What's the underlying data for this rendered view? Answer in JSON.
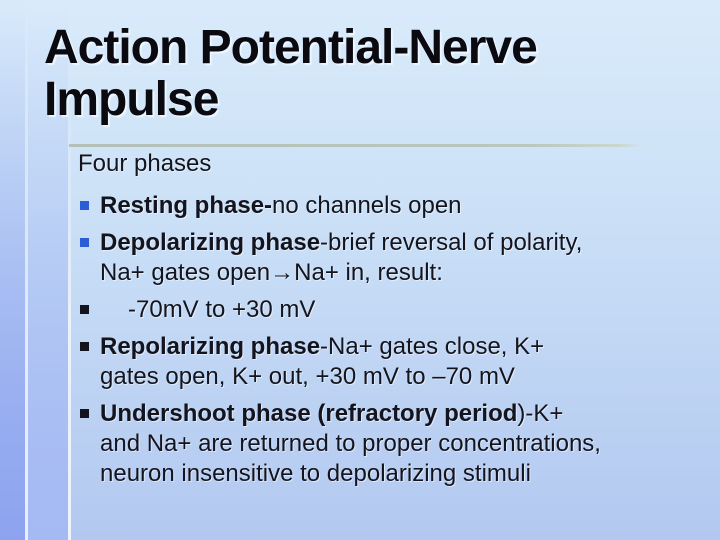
{
  "title": {
    "line1": "Action Potential-Nerve",
    "line2": "Impulse"
  },
  "body": {
    "intro": "Four phases",
    "bullets": [
      {
        "bullet_icon": "square-bullet-icon",
        "bullet_color": "blue",
        "indent": false,
        "lines": [
          [
            {
              "t": "Resting phase-",
              "b": true
            },
            {
              "t": "no channels open",
              "b": false
            }
          ]
        ]
      },
      {
        "bullet_icon": "square-bullet-icon",
        "bullet_color": "blue",
        "indent": false,
        "lines": [
          [
            {
              "t": "Depolarizing phase",
              "b": true
            },
            {
              "t": "-brief reversal of polarity,",
              "b": false
            }
          ],
          [
            {
              "t": "Na+ gates open→Na+ in, result:",
              "b": false
            }
          ]
        ]
      },
      {
        "bullet_icon": "square-bullet-icon",
        "bullet_color": "black",
        "indent": true,
        "lines": [
          [
            {
              "t": "-70mV to +30 mV",
              "b": false
            }
          ]
        ]
      },
      {
        "bullet_icon": "square-bullet-icon",
        "bullet_color": "black",
        "indent": false,
        "lines": [
          [
            {
              "t": "Repolarizing phase",
              "b": true
            },
            {
              "t": "-Na+ gates close, K+",
              "b": false
            }
          ],
          [
            {
              "t": "gates open, K+ out, +30 mV to –70 mV",
              "b": false
            }
          ]
        ]
      },
      {
        "bullet_icon": "square-bullet-icon",
        "bullet_color": "black",
        "indent": false,
        "lines": [
          [
            {
              "t": "Undershoot phase (refractory period",
              "b": true
            },
            {
              "t": ")-K+",
              "b": false
            }
          ],
          [
            {
              "t": "and Na+ are returned to proper concentrations,",
              "b": false
            }
          ],
          [
            {
              "t": "neuron insensitive to depolarizing stimuli",
              "b": false
            }
          ]
        ]
      }
    ]
  },
  "colors": {
    "bullet_blue": "#2b5ed6",
    "bullet_black": "#14141e",
    "title_text": "#0a0a10",
    "body_text": "#14141e",
    "divider_line": "#b7c4bb",
    "background_top": "#d9ebfb",
    "background_bottom": "#b2c8f0"
  }
}
